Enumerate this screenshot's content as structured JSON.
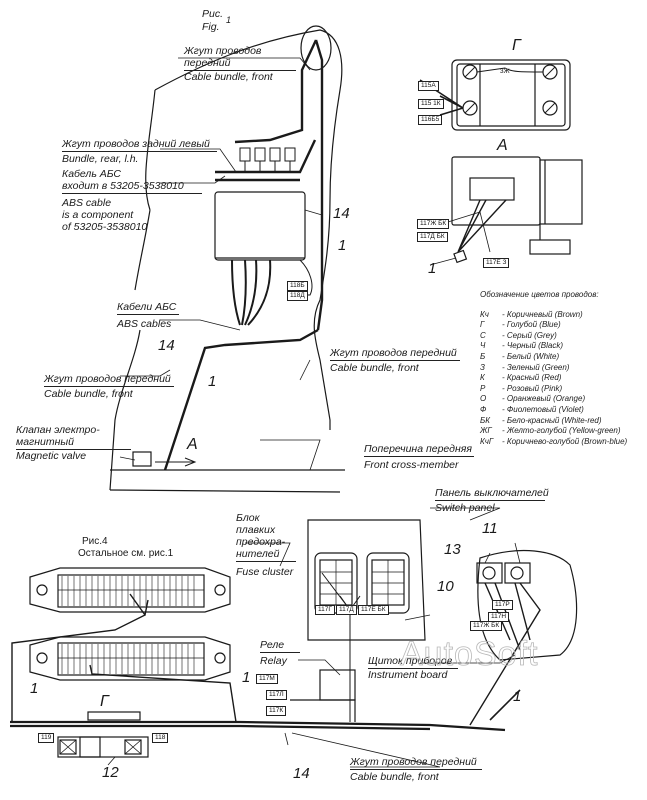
{
  "figure1": {
    "caption_ru": "Рис.",
    "caption_en": "Fig.",
    "caption_num": "1",
    "labels": {
      "cable_bundle_front_top": {
        "ru_1": "Жгут проводов",
        "ru_2": "передний",
        "en": "Cable bundle, front"
      },
      "bundle_rear_lh": {
        "ru": "Жгут проводов задний левый",
        "en": "Bundle, rear, l.h."
      },
      "abs_cable": {
        "ru_1": "Кабель АБС",
        "ru_2": "входит в 53205-3538010",
        "en_1": "ABS cable",
        "en_2": "is a component",
        "en_3": "of 53205-3538010"
      },
      "abs_cables": {
        "ru": "Кабели АБС",
        "en": "ABS cables"
      },
      "cable_bundle_front_left": {
        "ru": "Жгут проводов передний",
        "en": "Cable bundle, front"
      },
      "cable_bundle_front_right": {
        "ru": "Жгут проводов передний",
        "en": "Cable bundle, front"
      },
      "magnetic_valve": {
        "ru_1": "Клапан электро-",
        "ru_2": "магнитный",
        "en": "Magnetic valve"
      },
      "front_cross_member": {
        "ru": "Поперечина передняя",
        "en": "Front cross-member"
      }
    },
    "callouts": {
      "n14_top": "14",
      "n1_top": "1",
      "n14_mid": "14",
      "n1_mid": "1",
      "view_a": "A"
    },
    "tags": [
      "118Б",
      "118Д"
    ]
  },
  "view_g": {
    "letter": "Г",
    "tags": [
      "115А",
      "115 1К",
      "116Б5",
      "3Ж"
    ]
  },
  "view_a": {
    "letter": "A",
    "tags": [
      "117Ж БК",
      "117Д БК",
      "117Е З"
    ],
    "callout": "1"
  },
  "legend": {
    "title": "Обозначение цветов проводов:",
    "items": [
      {
        "code": "Кч",
        "text": "- Коричневый (Brown)"
      },
      {
        "code": "Г",
        "text": "- Голубой (Blue)"
      },
      {
        "code": "С",
        "text": "- Серый (Grey)"
      },
      {
        "code": "Ч",
        "text": "- Черный (Black)"
      },
      {
        "code": "Б",
        "text": "- Белый (White)"
      },
      {
        "code": "З",
        "text": "- Зеленый (Green)"
      },
      {
        "code": "К",
        "text": "- Красный (Red)"
      },
      {
        "code": "Р",
        "text": "- Розовый (Pink)"
      },
      {
        "code": "О",
        "text": "- Оранжевый (Orange)"
      },
      {
        "code": "Ф",
        "text": "- Фиолетовый (Violet)"
      },
      {
        "code": "БК",
        "text": "- Бело-красный (White-red)"
      },
      {
        "code": "ЖГ",
        "text": "- Желто-голубой (Yellow-green)"
      },
      {
        "code": "КчГ",
        "text": "- Коричнево-голубой (Brown-blue)"
      }
    ]
  },
  "figure4": {
    "caption_1": "Рис.4",
    "caption_2": "Остальное см. рис.1",
    "labels": {
      "fuse_cluster": {
        "ru_1": "Блок",
        "ru_2": "плавких",
        "ru_3": "предохра-",
        "ru_4": "нителей",
        "en": "Fuse cluster"
      },
      "switch_panel": {
        "ru": "Панель выключателей",
        "en": "Switch panel"
      },
      "relay": {
        "ru": "Реле",
        "en": "Relay"
      },
      "instrument_board": {
        "ru": "Щиток приборов",
        "en": "Instrument board"
      },
      "cable_bundle_front": {
        "ru": "Жгут проводов передний",
        "en": "Cable bundle, front"
      }
    },
    "callouts": {
      "n1_left": "1",
      "n1_mid": "1",
      "n1_right": "1",
      "n10": "10",
      "n11": "11",
      "n13": "13",
      "n12": "12",
      "n14": "14",
      "view_g": "Г"
    },
    "tags": [
      "117Г",
      "117Д",
      "117Е БК",
      "117М",
      "117Л",
      "117К",
      "117Р",
      "117Н",
      "117Ж БК",
      "119",
      "118"
    ]
  },
  "watermark": "AutoSoft"
}
